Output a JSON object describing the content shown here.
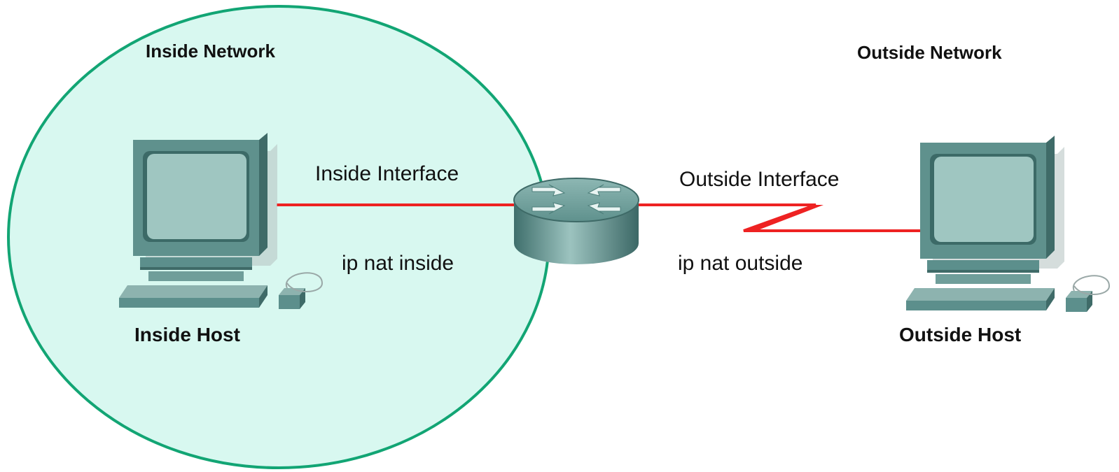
{
  "labels": {
    "inside_network": "Inside Network",
    "outside_network": "Outside Network",
    "inside_interface": "Inside Interface",
    "outside_interface": "Outside Interface",
    "ip_nat_inside": "ip nat inside",
    "ip_nat_outside": "ip nat outside",
    "inside_host": "Inside Host",
    "outside_host": "Outside Host"
  },
  "colors": {
    "inside_zone_fill": "#d8f8f0",
    "inside_zone_border": "#12a574",
    "link": "#ee2222",
    "device_body": "#5c8f8c",
    "device_screen": "#9fc6c1"
  },
  "icons": {
    "inside_host": "computer-icon",
    "router": "router-icon",
    "outside_host": "computer-icon"
  }
}
